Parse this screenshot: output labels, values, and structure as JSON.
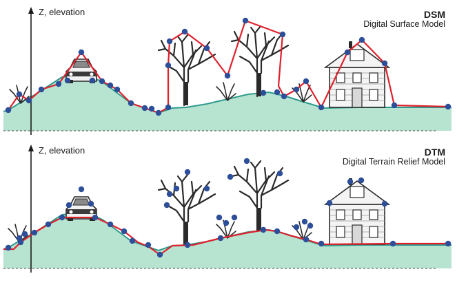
{
  "panels": [
    {
      "id": "dsm",
      "axis_label": "Z, elevation",
      "title": "DSM",
      "subtitle": "Digital Surface Model"
    },
    {
      "id": "dtm",
      "axis_label": "Z, elevation",
      "title": "DTM",
      "subtitle": "Digital Terrain Relief Model"
    }
  ],
  "colors": {
    "ground_fill": "#b7e4d1",
    "ground_line": "#2e9a8c",
    "model_line": "#e0202c",
    "sample_point": "#2d4f9a",
    "drawing": "#2a2a2a"
  }
}
